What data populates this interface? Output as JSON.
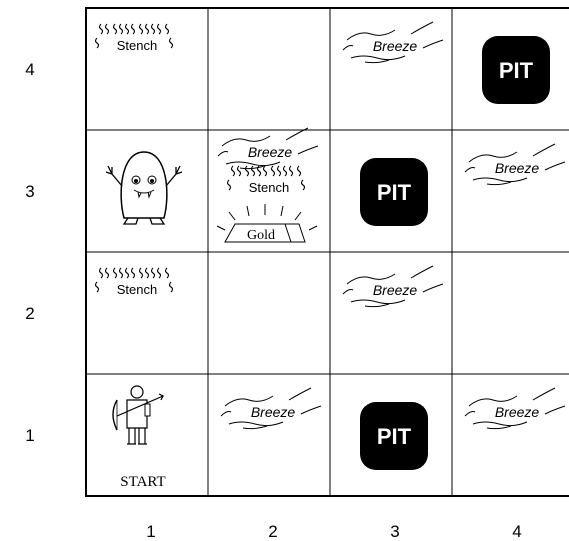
{
  "grid": {
    "rows": 4,
    "cols": 4,
    "row_labels": [
      "4",
      "3",
      "2",
      "1"
    ],
    "col_labels": [
      "1",
      "2",
      "3",
      "4"
    ]
  },
  "cells": [
    {
      "col": 1,
      "row": 4,
      "items": [
        "stench"
      ]
    },
    {
      "col": 3,
      "row": 4,
      "items": [
        "breeze"
      ]
    },
    {
      "col": 4,
      "row": 4,
      "items": [
        "pit"
      ]
    },
    {
      "col": 1,
      "row": 3,
      "items": [
        "wumpus"
      ]
    },
    {
      "col": 2,
      "row": 3,
      "items": [
        "breeze",
        "stench",
        "gold"
      ]
    },
    {
      "col": 3,
      "row": 3,
      "items": [
        "pit"
      ]
    },
    {
      "col": 4,
      "row": 3,
      "items": [
        "breeze"
      ]
    },
    {
      "col": 1,
      "row": 2,
      "items": [
        "stench"
      ]
    },
    {
      "col": 3,
      "row": 2,
      "items": [
        "breeze"
      ]
    },
    {
      "col": 1,
      "row": 1,
      "items": [
        "agent",
        "start"
      ]
    },
    {
      "col": 2,
      "row": 1,
      "items": [
        "breeze"
      ]
    },
    {
      "col": 3,
      "row": 1,
      "items": [
        "pit"
      ]
    },
    {
      "col": 4,
      "row": 1,
      "items": [
        "breeze"
      ]
    }
  ],
  "labels": {
    "breeze": "Breeze",
    "stench": "Stench",
    "pit": "PIT",
    "gold": "Gold",
    "start": "START"
  },
  "icons": {
    "wumpus": "wumpus-monster-icon",
    "agent": "agent-with-bow-icon",
    "gold": "gold-bar-icon"
  },
  "colors": {
    "pit_fill": "#000000",
    "pit_text": "#ffffff",
    "grid_line": "#000000"
  }
}
